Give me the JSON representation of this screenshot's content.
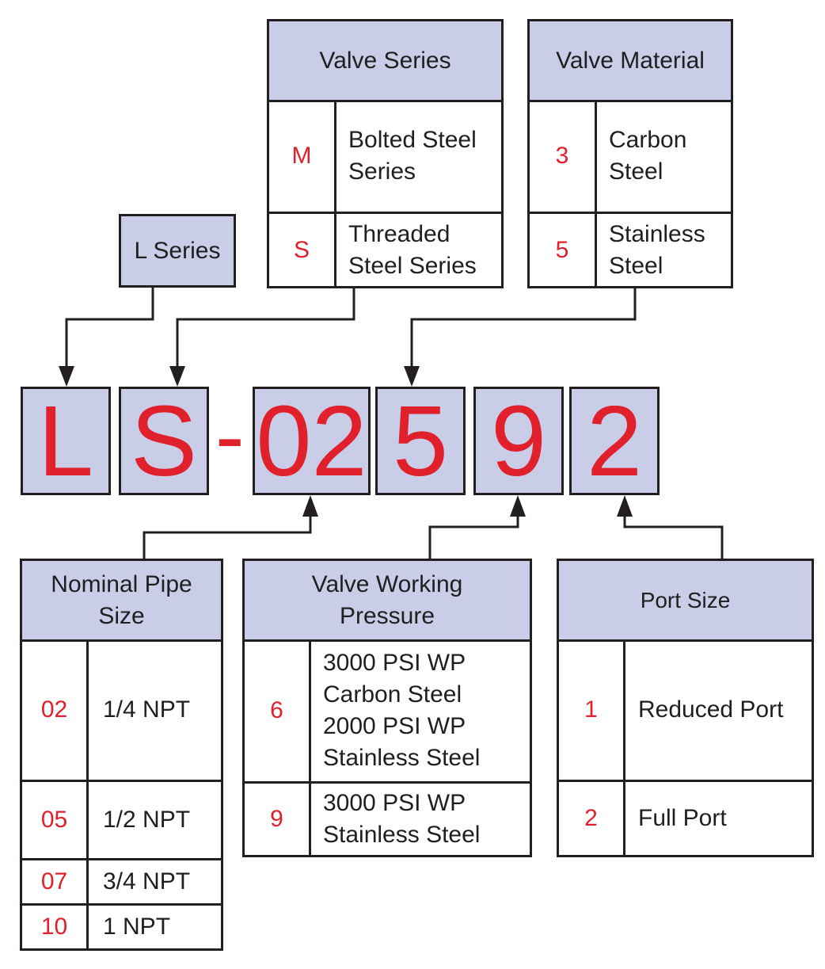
{
  "part_number": {
    "dash": "-",
    "segments": [
      "L",
      "S",
      "02",
      "5",
      "9",
      "2"
    ]
  },
  "l_series": {
    "label": "L Series"
  },
  "valve_series": {
    "title": "Valve Series",
    "rows": [
      {
        "code": "M",
        "desc": "Bolted Steel\nSeries"
      },
      {
        "code": "S",
        "desc": "Threaded\nSteel Series"
      }
    ]
  },
  "valve_material": {
    "title": "Valve Material",
    "rows": [
      {
        "code": "3",
        "desc": "Carbon\nSteel"
      },
      {
        "code": "5",
        "desc": "Stainless\nSteel"
      }
    ]
  },
  "nominal_pipe_size": {
    "title": "Nominal Pipe\nSize",
    "rows": [
      {
        "code": "02",
        "desc": "1/4 NPT"
      },
      {
        "code": "05",
        "desc": "1/2 NPT"
      },
      {
        "code": "07",
        "desc": "3/4 NPT"
      },
      {
        "code": "10",
        "desc": "1 NPT"
      }
    ]
  },
  "valve_working_pressure": {
    "title": "Valve Working\nPressure",
    "rows": [
      {
        "code": "6",
        "desc": "3000 PSI WP\nCarbon Steel\n2000 PSI WP\nStainless Steel"
      },
      {
        "code": "9",
        "desc": "3000 PSI WP\nStainless Steel"
      }
    ]
  },
  "port_size": {
    "title": "Port Size",
    "rows": [
      {
        "code": "1",
        "desc": "Reduced Port"
      },
      {
        "code": "2",
        "desc": "Full Port"
      }
    ]
  },
  "colors": {
    "header_fill": "#c9cde8",
    "code_red": "#e0202b",
    "line": "#231f20"
  }
}
